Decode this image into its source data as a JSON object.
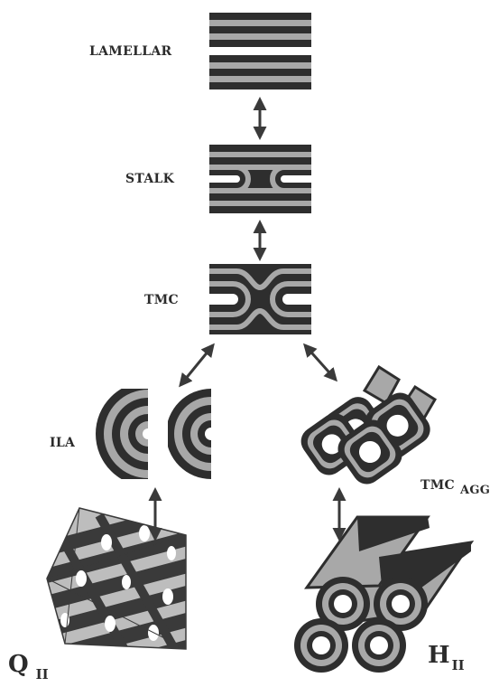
{
  "phases": {
    "lamellar": "LAMELLAR",
    "stalk": "STALK",
    "tmc": "TMC",
    "ila": "ILA",
    "tmc_agg": {
      "main": "TMC",
      "sub": "AGG"
    },
    "q2": {
      "main": "Q",
      "sub": "II"
    },
    "h2": {
      "main": "H",
      "sub": "II"
    }
  },
  "colors": {
    "dark": "#2e2e2e",
    "light": "#a8a8a8",
    "line": "#3a3a3a"
  }
}
